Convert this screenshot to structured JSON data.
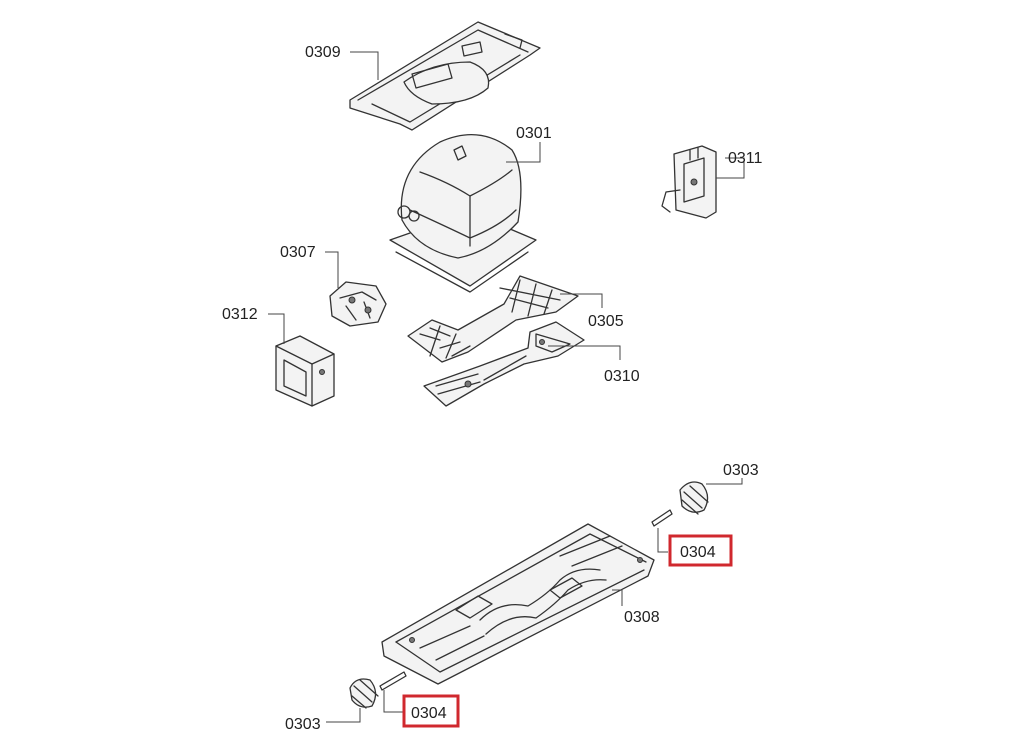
{
  "diagram": {
    "callouts": [
      {
        "id": "0309",
        "text": "0309"
      },
      {
        "id": "0301",
        "text": "0301"
      },
      {
        "id": "0311",
        "text": "0311"
      },
      {
        "id": "0307",
        "text": "0307"
      },
      {
        "id": "0312",
        "text": "0312"
      },
      {
        "id": "0305",
        "text": "0305"
      },
      {
        "id": "0310",
        "text": "0310"
      },
      {
        "id": "0303-top",
        "text": "0303"
      },
      {
        "id": "0304-right",
        "text": "0304",
        "highlighted": true
      },
      {
        "id": "0308",
        "text": "0308"
      },
      {
        "id": "0303-bottom",
        "text": "0303"
      },
      {
        "id": "0304-bottom",
        "text": "0304",
        "highlighted": true
      }
    ],
    "highlight_color": "#d0282e"
  }
}
